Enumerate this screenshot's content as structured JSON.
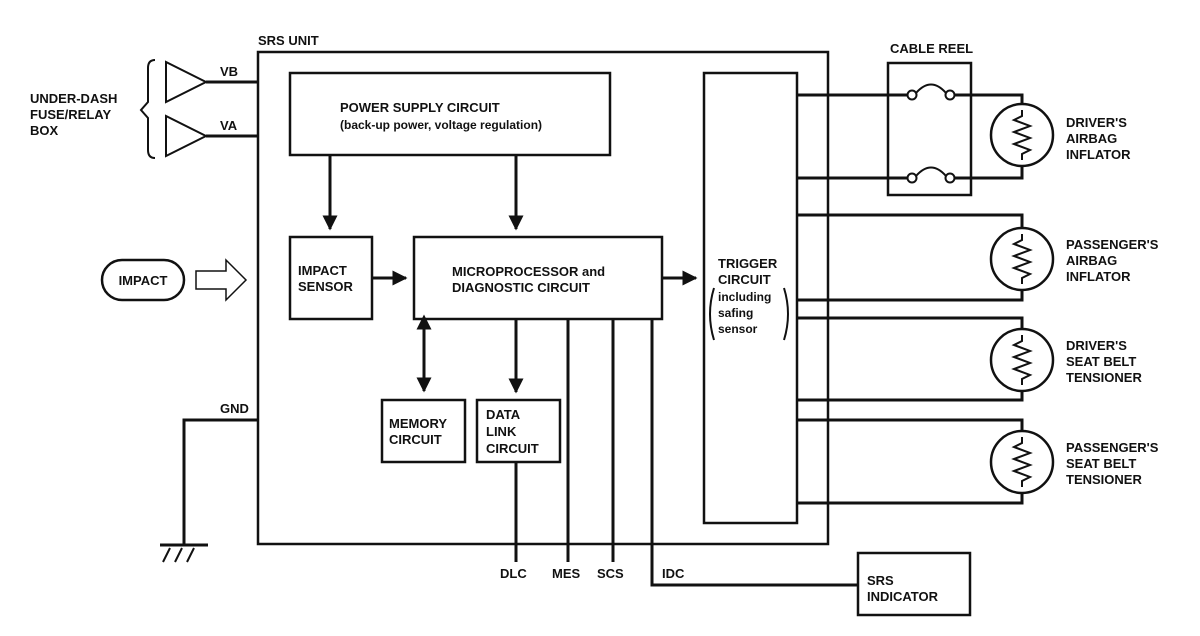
{
  "fuse_box": {
    "line1": "UNDER-DASH",
    "line2": "FUSE/RELAY",
    "line3": "BOX"
  },
  "inputs": {
    "vb": "VB",
    "va": "VA",
    "gnd": "GND"
  },
  "impact": {
    "label": "IMPACT"
  },
  "srs_unit": {
    "label": "SRS UNIT"
  },
  "power_supply": {
    "line1": "POWER SUPPLY CIRCUIT",
    "line2": "(back-up power, voltage regulation)"
  },
  "impact_sensor": {
    "line1": "IMPACT",
    "line2": "SENSOR"
  },
  "microprocessor": {
    "line1": "MICROPROCESSOR and",
    "line2": "DIAGNOSTIC CIRCUIT"
  },
  "memory": {
    "line1": "MEMORY",
    "line2": "CIRCUIT"
  },
  "data_link": {
    "line1": "DATA",
    "line2": "LINK",
    "line3": "CIRCUIT"
  },
  "trigger": {
    "line1": "TRIGGER",
    "line2": "CIRCUIT",
    "line3": "including",
    "line4": "safing",
    "line5": "sensor"
  },
  "cable_reel": {
    "label": "CABLE REEL"
  },
  "terminals": {
    "dlc": "DLC",
    "mes": "MES",
    "scs": "SCS",
    "idc": "IDC"
  },
  "srs_indicator": {
    "line1": "SRS",
    "line2": "INDICATOR"
  },
  "outputs": [
    {
      "line1": "DRIVER'S",
      "line2": "AIRBAG",
      "line3": "INFLATOR"
    },
    {
      "line1": "PASSENGER'S",
      "line2": "AIRBAG",
      "line3": "INFLATOR"
    },
    {
      "line1": "DRIVER'S",
      "line2": "SEAT BELT",
      "line3": "TENSIONER"
    },
    {
      "line1": "PASSENGER'S",
      "line2": "SEAT BELT",
      "line3": "TENSIONER"
    }
  ]
}
